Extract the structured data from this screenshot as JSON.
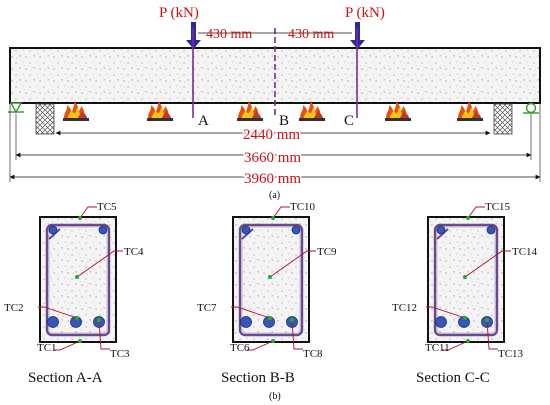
{
  "figure": {
    "part_a": {
      "caption": "(a)",
      "loads": [
        {
          "label": "P (kN)"
        },
        {
          "label": "P (kN)"
        }
      ],
      "spacing_labels": [
        "430 mm",
        "430 mm"
      ],
      "section_markers": [
        "A",
        "B",
        "C"
      ],
      "dimensions": [
        "2440 mm",
        "3660 mm",
        "3960 mm"
      ],
      "fire_count": 6
    },
    "part_b": {
      "caption": "(b)",
      "sections": [
        {
          "title": "Section A-A",
          "tc_top": "TC5",
          "tc_core": "TC4",
          "tc_left": "TC2",
          "tc_bottom": "TC1",
          "tc_right": "TC3"
        },
        {
          "title": "Section B-B",
          "tc_top": "TC10",
          "tc_core": "TC9",
          "tc_left": "TC7",
          "tc_bottom": "TC6",
          "tc_right": "TC8"
        },
        {
          "title": "Section C-C",
          "tc_top": "TC15",
          "tc_core": "TC14",
          "tc_left": "TC12",
          "tc_bottom": "TC11",
          "tc_right": "TC13"
        }
      ]
    },
    "colors": {
      "dimension_text": "#d01010",
      "load_arrow": "#2a2aa0",
      "section_line": "#7a2a9a",
      "thermocouple_dot": "#22b022",
      "rebar": "#3a55b8",
      "leader_line": "#b0102a"
    }
  }
}
